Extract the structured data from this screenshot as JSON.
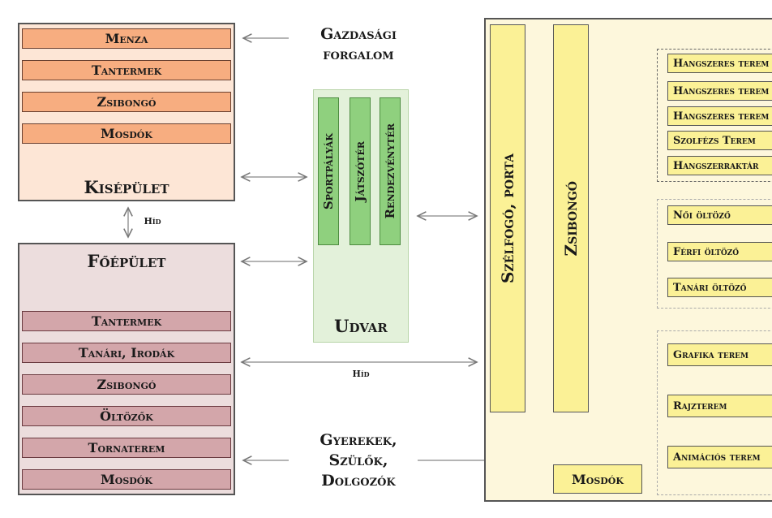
{
  "kisepulet": {
    "title": "Kisépület",
    "rooms": [
      "Menza",
      "Tantermek",
      "Zsibongó",
      "Mosdók"
    ]
  },
  "foepulet": {
    "title": "Főépület",
    "rooms": [
      "Tantermek",
      "Tanári, Irodák",
      "Zsibongó",
      "Öltözők",
      "Tornaterem",
      "Mosdók"
    ]
  },
  "hid_label_vertical": "Híd",
  "hid_label_horizontal": "Híd",
  "gazdasagi": [
    "Gazdasági",
    "forgalom"
  ],
  "gyerekek": [
    "Gyerekek,",
    "Szülők,",
    "Dolgozók"
  ],
  "udvar": {
    "title": "Udvar",
    "areas": [
      "Sportpályák",
      "Játszótér",
      "Rendezvénytér"
    ]
  },
  "right": {
    "szelfogo": "Szélfogó, porta",
    "zsibongo": "Zsibongó",
    "mosdok": "Mosdók",
    "group1": [
      "Hangszeres terem",
      "Hangszeres terem",
      "Hangszeres terem",
      "Szolfézs Terem",
      "Hangszerraktár"
    ],
    "group2": [
      "Női öltöző",
      "Férfi öltöző",
      "Tanári öltöző"
    ],
    "group3": [
      "Grafika terem",
      "Rajzterem",
      "Animációs terem"
    ]
  }
}
